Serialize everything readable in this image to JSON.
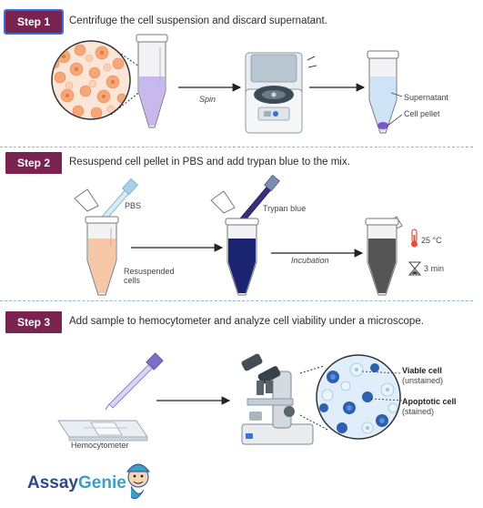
{
  "steps": [
    {
      "badge": "Step 1",
      "text": "Centrifuge the cell suspension and discard supernatant."
    },
    {
      "badge": "Step 2",
      "text": "Resuspend cell pellet in PBS and add trypan blue to the mix."
    },
    {
      "badge": "Step 3",
      "text": "Add sample to hemocytometer and analyze cell viability under a microscope."
    }
  ],
  "labels": {
    "spin": "Spin",
    "supernatant": "Supernatant",
    "cell_pellet": "Cell pellet",
    "pbs": "PBS",
    "trypan_blue": "Trypan blue",
    "resuspended_line1": "Resuspended",
    "resuspended_line2": "cells",
    "incubation": "Incubation",
    "temperature": "25 °C",
    "time": "3 min",
    "hemocytometer": "Hemocytometer",
    "viable_cell": "Viable cell",
    "viable_sub": "(unstained)",
    "apoptotic_cell": "Apoptotic cell",
    "apoptotic_sub": "(stained)"
  },
  "logo": {
    "part1": "Assay",
    "part2": "Genie"
  },
  "colors": {
    "badge": "#7a2350",
    "accent_blue": "#3a6fd8",
    "dash": "#8fb9c9",
    "lavender_liquid": "#c8b8ee",
    "peach_liquid": "#f6c7a6",
    "navy_liquid": "#1b2470",
    "dark_liquid": "#555555"
  },
  "icons": [
    "microtube-icon",
    "cells-magnifier-icon",
    "centrifuge-icon",
    "pipette-icon",
    "thermometer-icon",
    "hourglass-icon",
    "microscope-icon",
    "hemocytometer-icon",
    "genie-mascot-icon"
  ]
}
